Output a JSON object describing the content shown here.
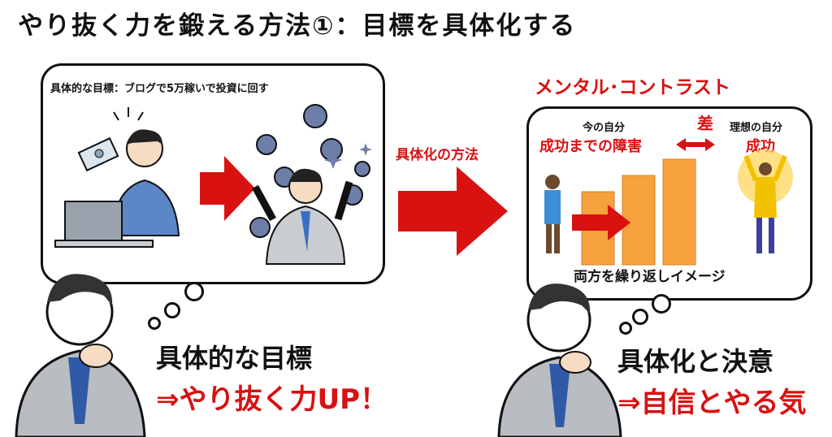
{
  "title": "やり抜く力を鍛える方法①：目標を具体化する",
  "left_panel": {
    "goal_label": "具体的な目標：ブログで5万稼いで投資に回す",
    "headline": "具体的な目標",
    "result": "⇒やり抜く力UP！"
  },
  "middle": {
    "method_label": "具体化の方法"
  },
  "right_panel": {
    "technique_title": "メンタル･コントラスト",
    "current_self": "今の自分",
    "obstacle": "成功までの障害",
    "gap": "差",
    "ideal_self": "理想の自分",
    "success": "成功",
    "repeat_caption": "両方を繰り返しイメージ",
    "headline": "具体化と決意",
    "result": "⇒自信とやる気"
  },
  "colors": {
    "accent_red": "#d81111",
    "bar_orange": "#f6a13b",
    "shirt_blue": "#5b87c7",
    "coin": "#6d7fa8"
  }
}
